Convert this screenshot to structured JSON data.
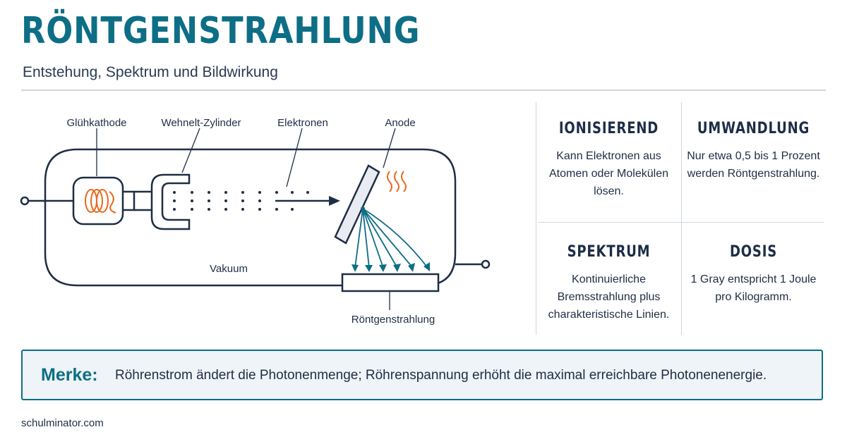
{
  "header": {
    "title": "RÖNTGENSTRAHLUNG",
    "subtitle": "Entstehung, Spektrum und Bildwirkung"
  },
  "diagram": {
    "labels": {
      "cathode": "Glühkathode",
      "wehnelt": "Wehnelt-Zylinder",
      "electrons": "Elektronen",
      "anode": "Anode",
      "vacuum": "Vakuum",
      "xray": "Röntgenstrahlung"
    },
    "colors": {
      "outline": "#1f2d44",
      "heat": "#e86a1e",
      "ray": "#0d6e86"
    }
  },
  "cards": [
    {
      "title": "IONISIEREND",
      "text": "Kann Elektronen aus Atomen oder Molekülen lösen."
    },
    {
      "title": "UMWANDLUNG",
      "text": "Nur etwa 0,5 bis 1 Prozent werden Röntgenstrahlung."
    },
    {
      "title": "SPEKTRUM",
      "text": "Kontinuierliche Bremsstrahlung plus charakteristische Linien."
    },
    {
      "title": "DOSIS",
      "text": "1 Gray entspricht 1 Joule pro Kilogramm."
    }
  ],
  "note": {
    "label": "Merke:",
    "text": "Röhrenstrom ändert die Photonenmenge; Röhrenspannung erhöht die maximal erreichbare Photonenenergie."
  },
  "footer": {
    "text": "schulminator.com"
  },
  "theme": {
    "accent": "#0d6e86",
    "text": "#1f2d44"
  }
}
